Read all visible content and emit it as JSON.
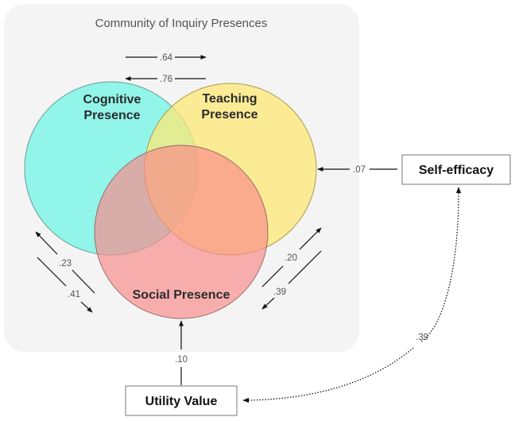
{
  "panel": {
    "title": "Community of Inquiry Presences",
    "background": "#f4f4f4"
  },
  "circles": {
    "cognitive": {
      "line1": "Cognitive",
      "line2": "Presence",
      "color": "#7ff5e6"
    },
    "teaching": {
      "line1": "Teaching",
      "line2": "Presence",
      "color": "#fdec82"
    },
    "social": {
      "label": "Social Presence",
      "color": "#f99a9a"
    }
  },
  "boxes": {
    "self_efficacy": "Self-efficacy",
    "utility_value": "Utility Value"
  },
  "paths": {
    "cognitive_to_teaching": ".64",
    "teaching_to_cognitive": ".76",
    "social_to_cognitive": ".23",
    "cognitive_to_social": ".41",
    "social_to_teaching": ".20",
    "teaching_to_social": ".39",
    "self_efficacy_to_teaching": ".07",
    "utility_value_to_social": ".10",
    "self_efficacy_utility_value_correlation": ".39"
  }
}
